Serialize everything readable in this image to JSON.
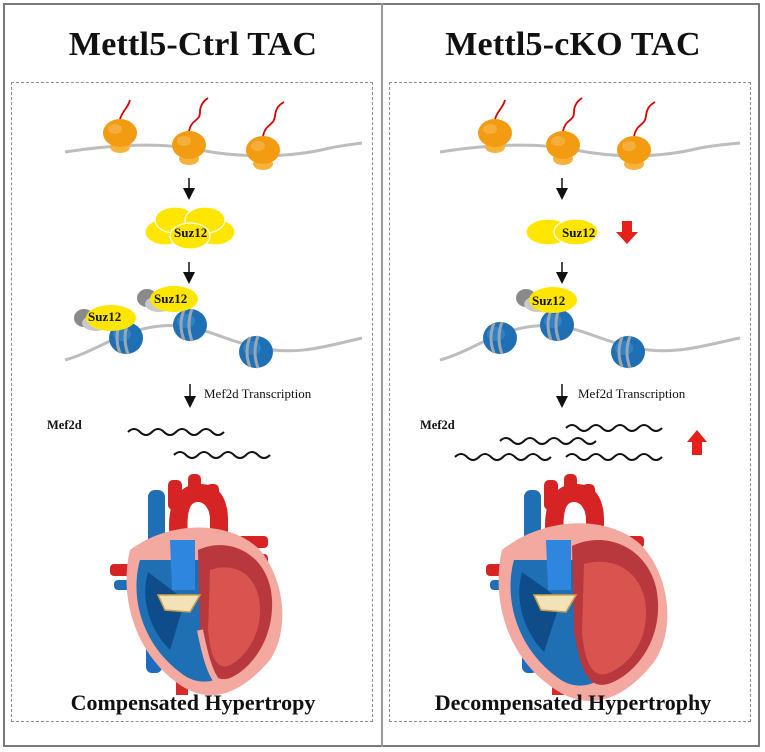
{
  "left": {
    "title": "Mettl5-Ctrl   TAC",
    "protein_label": "Suz12",
    "transcription_label": "Mef2d Transcription",
    "gene_label": "Mef2d",
    "caption": "Compensated Hypertropy"
  },
  "right": {
    "title": "Mettl5-cKO   TAC",
    "protein_label": "Suz12",
    "transcription_label": "Mef2d Transcription",
    "gene_label": "Mef2d",
    "caption": "Decompensated Hypertrophy"
  },
  "colors": {
    "ribosome": "#f39c12",
    "suz12": "#ffe600",
    "nucleosome": "#1f6fb5",
    "arrow_change": "#e8201a",
    "mrna": "#d90000"
  },
  "icons": {
    "decrease": "red-down-arrow-icon",
    "increase": "red-up-arrow-icon",
    "organ": "heart-icon"
  }
}
